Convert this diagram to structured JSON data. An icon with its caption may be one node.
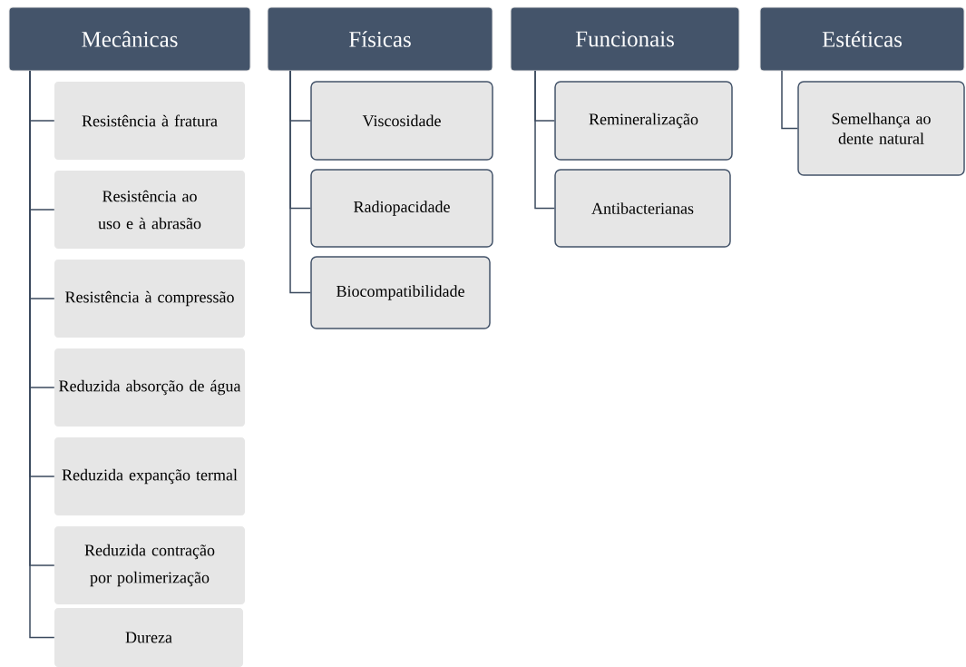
{
  "diagram": {
    "nodes": [
      {
        "text": [
          "Mecânicas"
        ]
      },
      {
        "text": [
          "Resistência à fratura"
        ]
      },
      {
        "text": [
          "Resistência ao uso e à abrasão"
        ]
      },
      {
        "text": [
          "Resistência à compressão"
        ]
      },
      {
        "text": [
          "Reduzida absorção de água"
        ]
      },
      {
        "text": [
          "Reduzida expanção termal"
        ]
      },
      {
        "text": [
          "Reduzida contração por polimerização"
        ]
      },
      {
        "text": [
          "Dureza"
        ]
      },
      {
        "text": [
          "Físicas"
        ]
      },
      {
        "text": [
          "Viscosidade"
        ]
      },
      {
        "text": [
          "Radiopacidade"
        ]
      },
      {
        "text": [
          "Biocompatibilidade"
        ]
      },
      {
        "text": [
          "Funcionais"
        ]
      },
      {
        "text": [
          "Remineralização"
        ]
      },
      {
        "text": [
          "Antibacterianas"
        ]
      },
      {
        "text": [
          "Estéticas"
        ]
      },
      {
        "text": [
          "Semelhança ao dente natural"
        ]
      }
    ],
    "edges": [
      {
        "from": 0,
        "to": 1,
        "arrow": "none"
      },
      {
        "from": 0,
        "to": 2,
        "arrow": "none"
      },
      {
        "from": 0,
        "to": 3,
        "arrow": "none"
      },
      {
        "from": 0,
        "to": 4,
        "arrow": "none"
      },
      {
        "from": 0,
        "to": 5,
        "arrow": "none"
      },
      {
        "from": 0,
        "to": 6,
        "arrow": "none"
      },
      {
        "from": 0,
        "to": 7,
        "arrow": "none"
      },
      {
        "from": 8,
        "to": 9,
        "arrow": "none"
      },
      {
        "from": 8,
        "to": 10,
        "arrow": "none"
      },
      {
        "from": 8,
        "to": 11,
        "arrow": "none"
      },
      {
        "from": 12,
        "to": 13,
        "arrow": "none"
      },
      {
        "from": 12,
        "to": 14,
        "arrow": "none"
      },
      {
        "from": 15,
        "to": 16,
        "arrow": "none"
      }
    ]
  }
}
